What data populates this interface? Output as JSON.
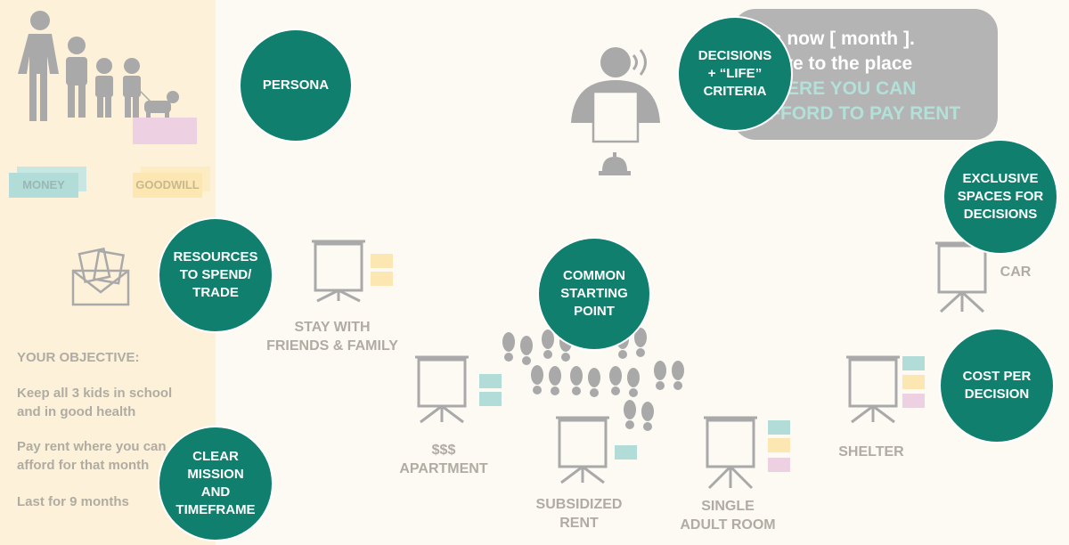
{
  "colors": {
    "accent": "#107f6e",
    "panel": "#fdf2d9",
    "label_gray": "#b0aca3",
    "teal_note": "#b2dcd7",
    "yellow_note": "#fce7b3",
    "pink_note": "#edd1e3"
  },
  "left_panel": {
    "money_label": "MONEY",
    "goodwill_label": "GOODWILL",
    "objective_title": "YOUR OBJECTIVE:",
    "objective_1": "Keep all 3 kids in school\nand in good health",
    "objective_2": "Pay rent where you can\nafford for that month",
    "objective_3": "Last for 9 months"
  },
  "speech": {
    "line1": "It's now [ month ].",
    "line2": "Move to the place",
    "line3": "WHERE YOU CAN",
    "line4": "AFFORD TO PAY RENT"
  },
  "callouts": {
    "persona": "PERSONA",
    "resources": "RESOURCES\nTO SPEND/\nTRADE",
    "mission": "CLEAR\nMISSION\nAND\nTIMEFRAME",
    "decisions": "DECISIONS\n+ “LIFE”\nCRITERIA",
    "common": "COMMON\nSTARTING\nPOINT",
    "exclusive": "EXCLUSIVE\nSPACES FOR\nDECISIONS",
    "cost": "COST PER\nDECISION"
  },
  "stations": {
    "friends": "STAY WITH\nFRIENDS & FAMILY",
    "apartment": "$$$\nAPARTMENT",
    "subsidized": "SUBSIDIZED\nRENT",
    "single": "SINGLE\nADULT ROOM",
    "shelter": "SHELTER",
    "car": "CAR"
  },
  "icons": [
    "family-icon",
    "dog-icon",
    "money-stack-icon",
    "goodwill-stack-icon",
    "envelope-money-icon",
    "presenter-icon",
    "bell-icon",
    "easel-icon",
    "footprints-icon"
  ]
}
